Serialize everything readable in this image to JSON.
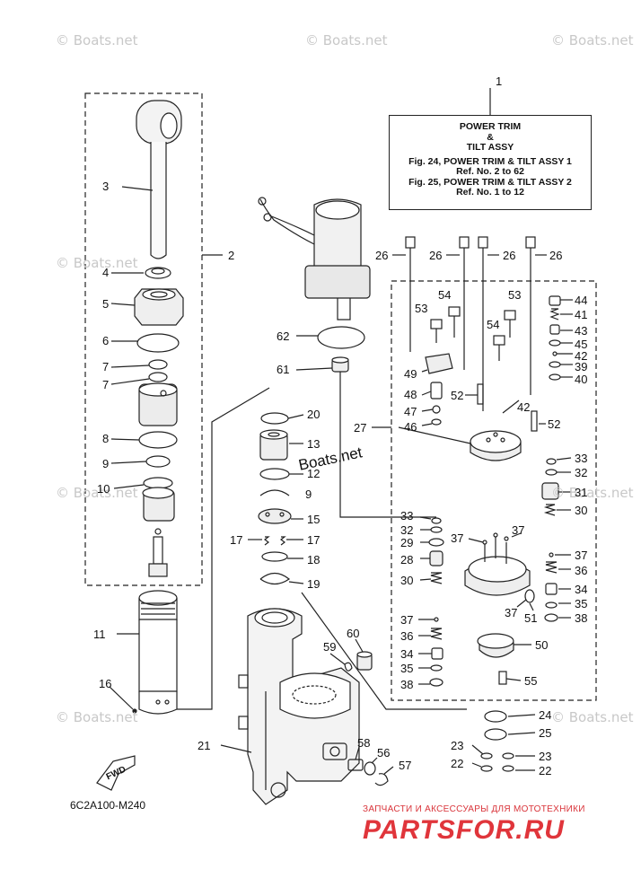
{
  "watermarks": [
    "© Boats.net",
    "© Boats.net",
    "© Boats.net",
    "© Boats.net",
    "© Boats.net",
    "© Boats.net",
    "© Boats.net",
    "© Boats.net"
  ],
  "title_box": {
    "heading": "POWER TRIM",
    "amp": "&",
    "subheading": "TILT ASSY",
    "ref1": "Fig. 24, POWER TRIM & TILT ASSY 1",
    "ref1_range": "Ref. No. 2 to 62",
    "ref2": "Fig. 25, POWER TRIM & TILT ASSY 2",
    "ref2_range": "Ref. No. 1 to 12"
  },
  "callouts": [
    "1",
    "2",
    "3",
    "4",
    "5",
    "6",
    "7",
    "7",
    "8",
    "9",
    "10",
    "11",
    "16",
    "21",
    "20",
    "13",
    "12",
    "9",
    "15",
    "17",
    "17",
    "18",
    "19",
    "62",
    "61",
    "59",
    "60",
    "58",
    "56",
    "57",
    "26",
    "26",
    "26",
    "26",
    "54",
    "53",
    "53",
    "54",
    "44",
    "41",
    "43",
    "45",
    "42",
    "39",
    "40",
    "49",
    "48",
    "52",
    "47",
    "46",
    "42",
    "52",
    "27",
    "33",
    "32",
    "31",
    "30",
    "33",
    "32",
    "29",
    "28",
    "30",
    "37",
    "37",
    "37",
    "36",
    "34",
    "35",
    "38",
    "37",
    "51",
    "37",
    "36",
    "34",
    "35",
    "38",
    "50",
    "55",
    "24",
    "25",
    "23",
    "22",
    "23",
    "22"
  ],
  "diagram_code": "6C2A100-M240",
  "fwd_label": "FWD",
  "stamp": "Boats.net",
  "dealer": {
    "tagline": "ЗАПЧАСТИ И АКСЕССУАРЫ ДЛЯ МОТОТЕХНИКИ",
    "logo": "PARTSFOR.RU"
  },
  "colors": {
    "line": "#222222",
    "watermark": "#c8c8c8",
    "dealer_red": "#e0353b"
  }
}
